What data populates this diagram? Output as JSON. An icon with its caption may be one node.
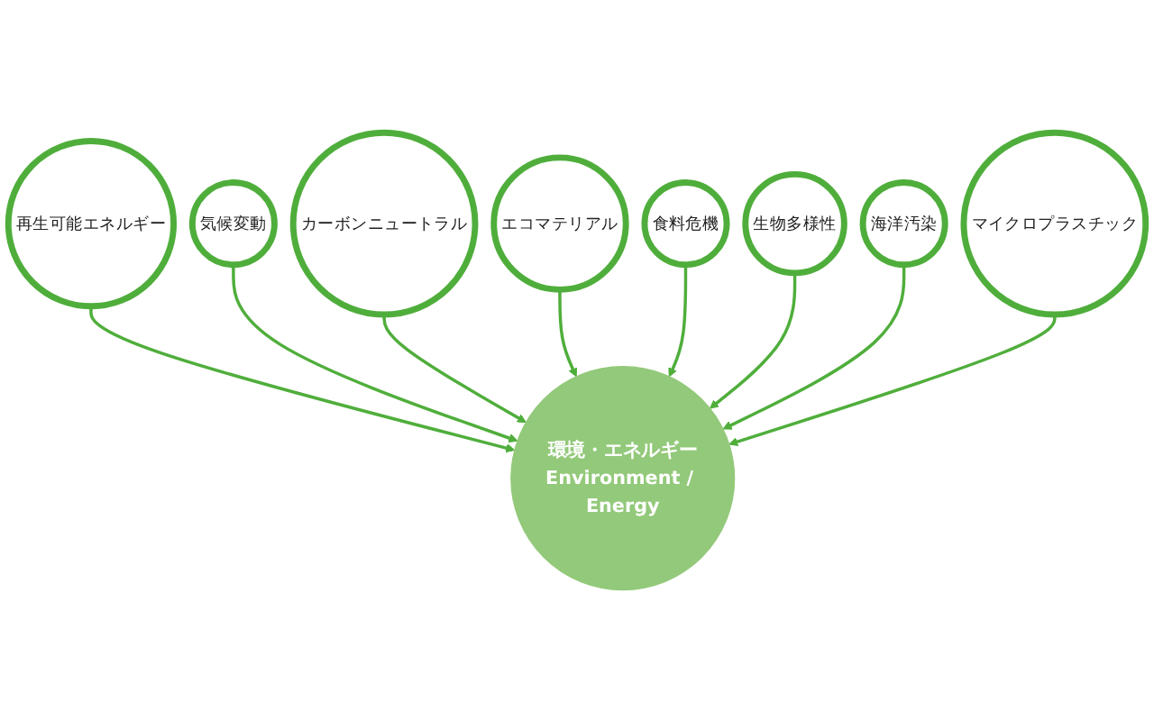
{
  "diagram": {
    "nodes": [
      {
        "text": [
          "環境・エネルギー",
          "Environment / Energy"
        ]
      },
      {
        "text": [
          "再生可能エネルギー"
        ]
      },
      {
        "text": [
          "気候変動"
        ]
      },
      {
        "text": [
          "カーボンニュートラル"
        ]
      },
      {
        "text": [
          "エコマテリアル"
        ]
      },
      {
        "text": [
          "食料危機"
        ]
      },
      {
        "text": [
          "生物多様性"
        ]
      },
      {
        "text": [
          "海洋汚染"
        ]
      },
      {
        "text": [
          "マイクロプラスチック"
        ]
      }
    ],
    "edges": [
      {
        "from": 1,
        "to": 0,
        "arrow": "to"
      },
      {
        "from": 2,
        "to": 0,
        "arrow": "to"
      },
      {
        "from": 3,
        "to": 0,
        "arrow": "to"
      },
      {
        "from": 4,
        "to": 0,
        "arrow": "to"
      },
      {
        "from": 5,
        "to": 0,
        "arrow": "to"
      },
      {
        "from": 6,
        "to": 0,
        "arrow": "to"
      },
      {
        "from": 7,
        "to": 0,
        "arrow": "to"
      },
      {
        "from": 8,
        "to": 0,
        "arrow": "to"
      }
    ]
  }
}
